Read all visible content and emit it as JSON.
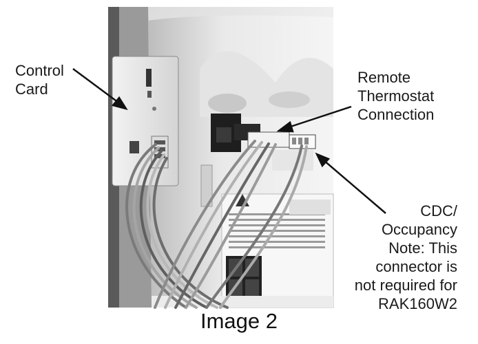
{
  "labels": {
    "control_card": [
      "Control",
      "Card"
    ],
    "remote_thermostat": [
      "Remote",
      "Thermostat",
      "Connection"
    ],
    "cdc_note": [
      "CDC/",
      "Occupancy",
      "Note: This",
      "connector is",
      "not required for",
      "RAK160W2"
    ]
  },
  "caption": "Image 2"
}
